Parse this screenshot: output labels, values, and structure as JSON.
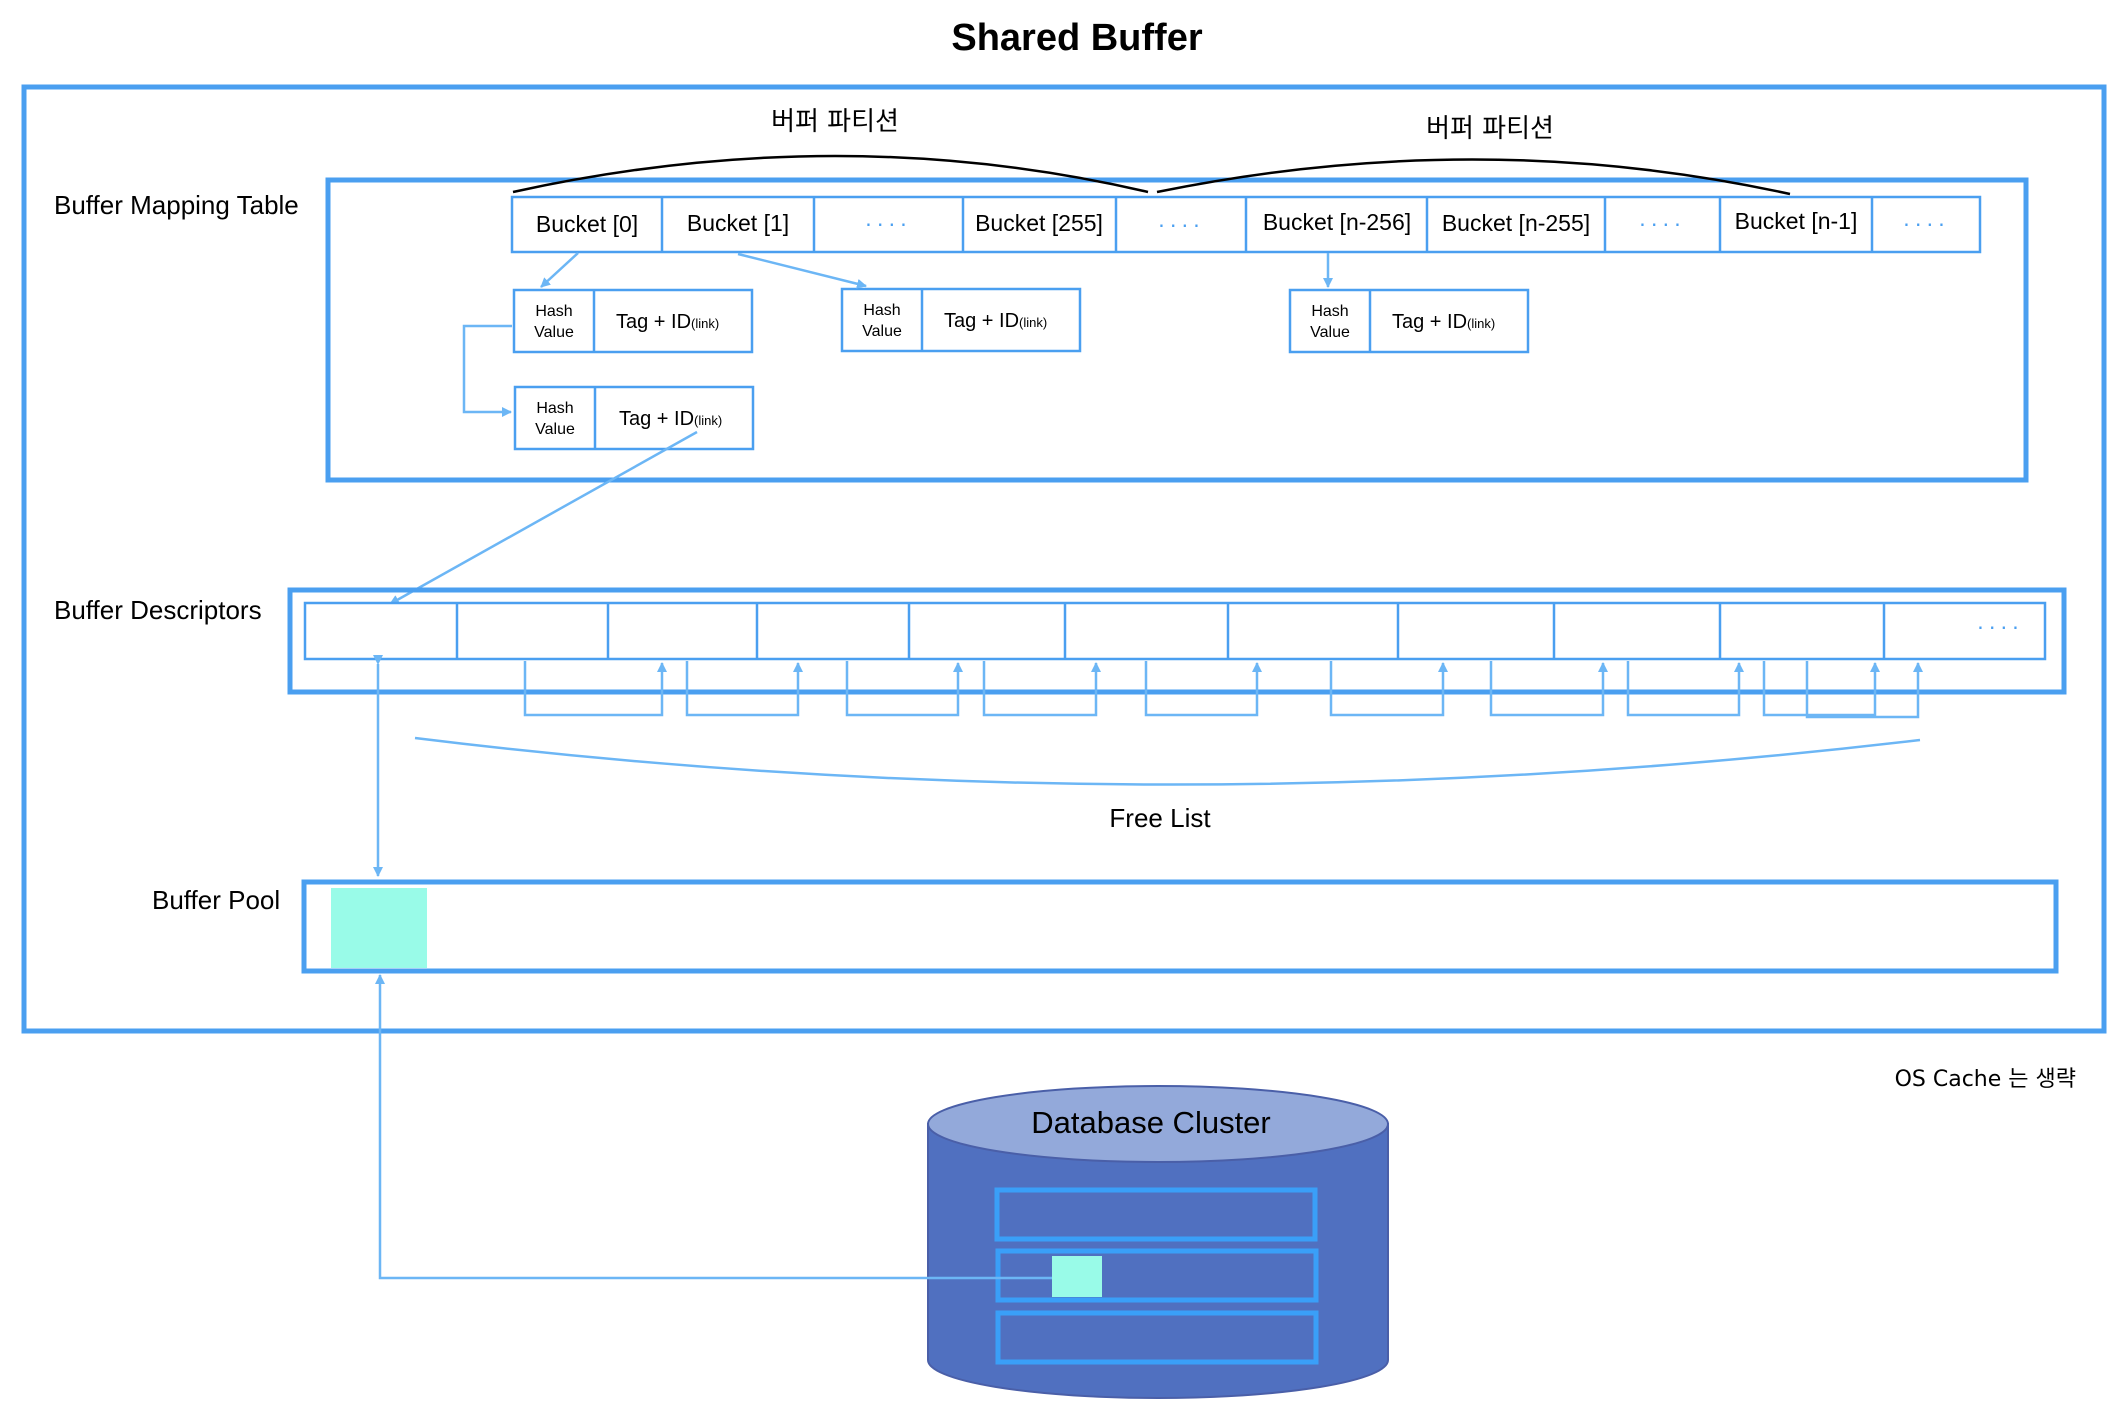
{
  "title": "Shared Buffer",
  "partition_label": "버퍼 파티션",
  "labels": {
    "mapping_table": "Buffer Mapping Table",
    "descriptors": "Buffer Descriptors",
    "pool": "Buffer Pool",
    "free_list": "Free List",
    "os_cache_note": "OS Cache 는 생략",
    "database_cluster": "Database Cluster"
  },
  "buckets": [
    "Bucket [0]",
    "Bucket [1]",
    "····",
    "Bucket [255]",
    "····",
    "Bucket [n-256]",
    "Bucket [n-255]",
    "····",
    "Bucket [n-1]",
    "····"
  ],
  "hash_entry": {
    "hash_line1": "Hash",
    "hash_line2": "Value",
    "tag": "Tag  +  ID",
    "link": "(link)"
  },
  "descriptor_ellipsis": "····",
  "colors": {
    "border_blue": "#4a9ff0",
    "arrow_blue": "#6cb6f5",
    "cyan_page": "#99fbe8",
    "cylinder_body": "#5070c0",
    "cylinder_top": "#93a9da"
  }
}
